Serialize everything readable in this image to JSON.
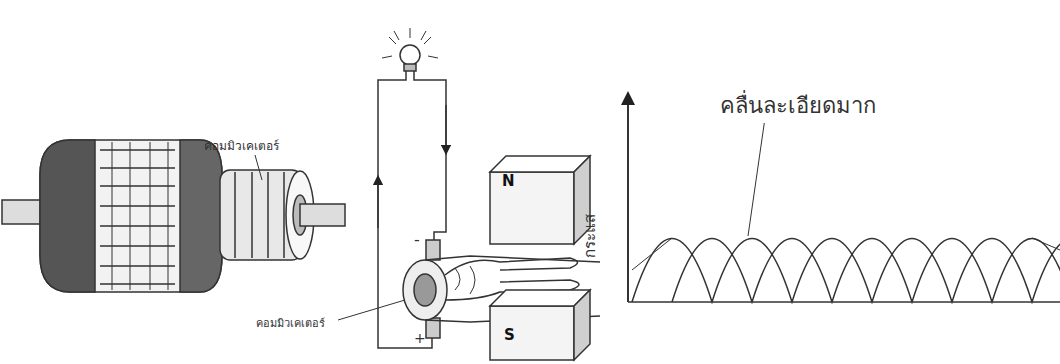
{
  "diagram": {
    "nodes": [
      {
        "text": [
          "N"
        ]
      },
      {
        "text": [
          "S"
        ]
      }
    ],
    "labels": [
      "คอมมิวเคเตอร์",
      "คอมมิวเคเตอร์",
      "-",
      "+",
      "กระแส",
      "คลื่นละเอียดมาก"
    ]
  }
}
